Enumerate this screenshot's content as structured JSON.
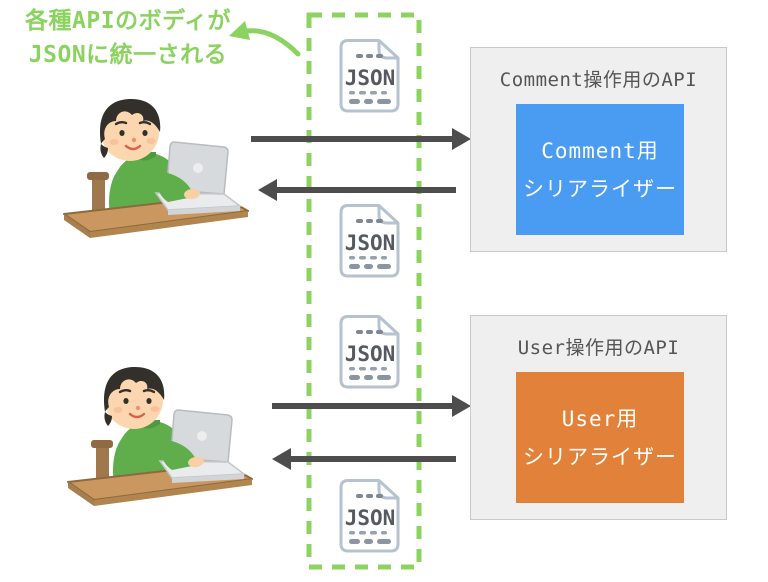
{
  "annotation": {
    "line1": "各種APIのボディが",
    "line2": "JSONに統一される",
    "color": "#8bd35f"
  },
  "json_icon": {
    "label": "JSON"
  },
  "panels": [
    {
      "title": "Comment操作用のAPI",
      "serializer": {
        "line1": "Comment用",
        "line2": "シリアライザー"
      },
      "accent_color": "#4a9cf2"
    },
    {
      "title": "User操作用のAPI",
      "serializer": {
        "line1": "User用",
        "line2": "シリアライザー"
      },
      "accent_color": "#e2813a"
    }
  ],
  "colors": {
    "dashed_box": "#8cd35f",
    "arrow": "#4d4d4d",
    "panel_bg": "#efefef",
    "panel_border": "#c9c9c9",
    "panel_title_text": "#555555",
    "serializer_text": "#ffffff",
    "json_icon_outline": "#b6c2cf",
    "json_icon_text": "#565a60"
  }
}
